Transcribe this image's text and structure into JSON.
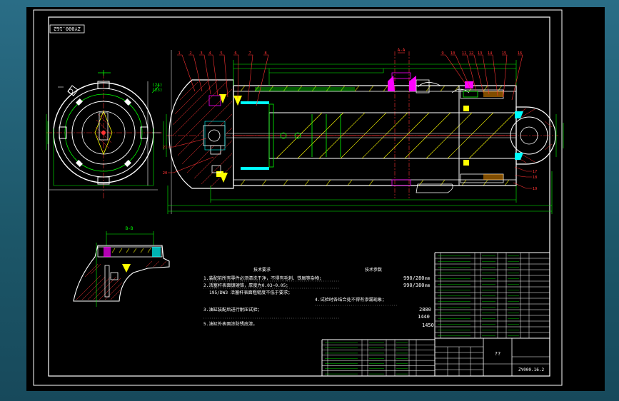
{
  "drawing": {
    "code_stamp": "ZY000.1&2",
    "section_label_aa": "A-A",
    "section_label_bb": "B-B",
    "balloons_top": [
      "1",
      "2",
      "3",
      "4",
      "5",
      "6",
      "7",
      "8",
      "9",
      "10",
      "11",
      "12",
      "13",
      "14",
      "15",
      "16"
    ],
    "balloons_right": [
      "17",
      "18",
      "19"
    ],
    "balloons_left": [
      "21",
      "20"
    ],
    "left_view_marks": [
      "(24)",
      "(23)"
    ],
    "dimension_values": {
      "d1": "990/280",
      "d2": "990/380",
      "d3": "2880",
      "d4": "1440",
      "d5": "1450"
    },
    "notes": {
      "heading_left": "技术要求",
      "heading_right": "技术参数",
      "line1": "1.装配前所有零件必须清洗干净，不得有毛刺、铁屑等杂物；",
      "line2": "2.活塞杆表面镀硬铬，厚度为0.03~0.05；",
      "line2b": "195/DW3 活塞杆表面粗糙度不低于要求；",
      "line3": "3.油缸装配后进行耐压试验；",
      "line4": "4.试验时各结合处不得有渗漏现象；",
      "line5": "5.油缸外表面涂防锈底漆。",
      "spec_unit": "mm"
    },
    "title_block": {
      "drawing_number": "ZY000.16.2",
      "name": "??"
    }
  }
}
